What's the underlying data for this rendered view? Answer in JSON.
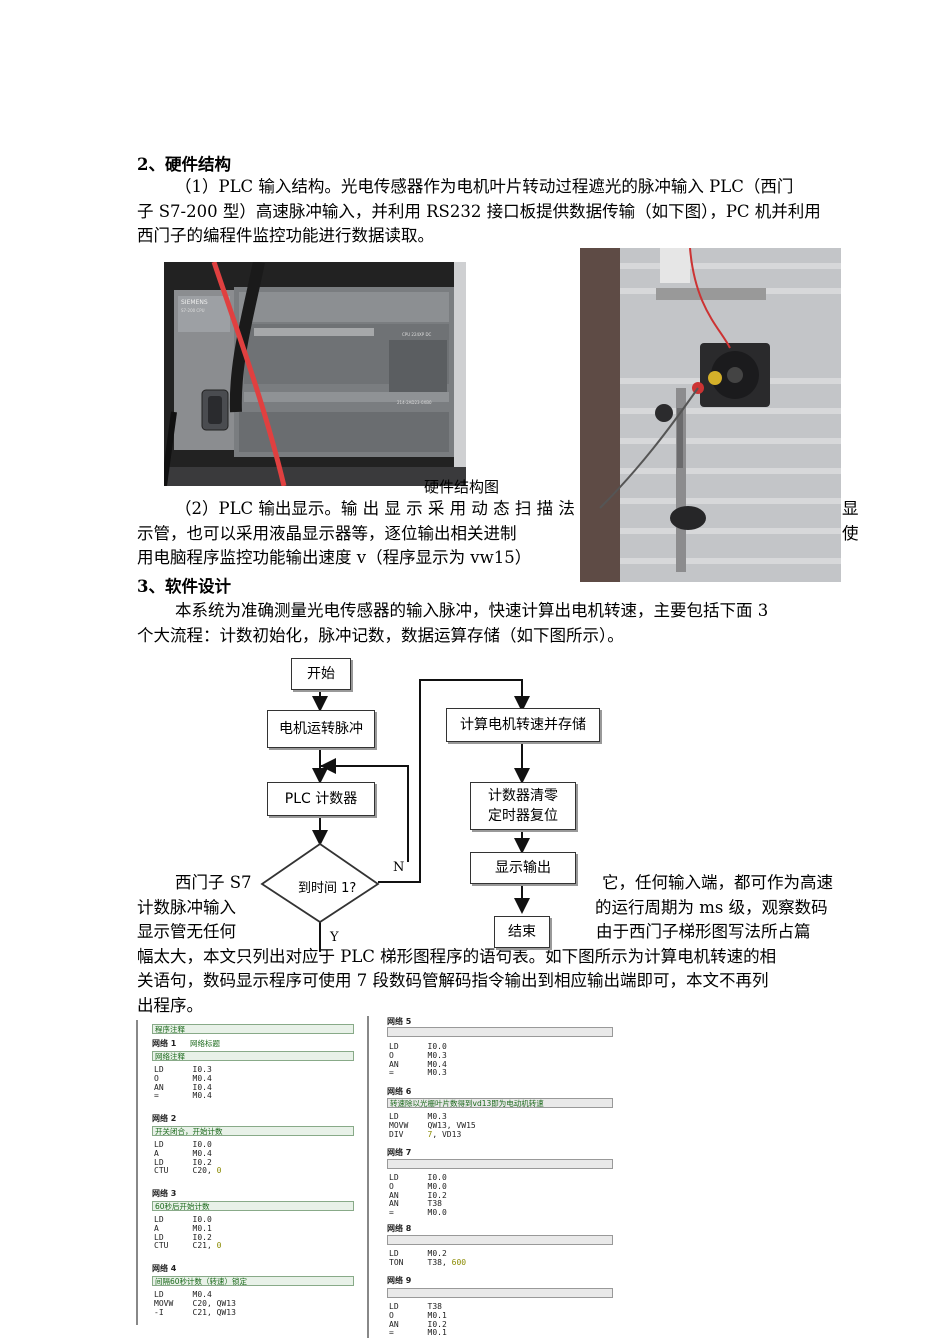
{
  "section2": {
    "heading": "2、硬件结构",
    "para1_line1": "（1）PLC 输入结构。光电传感器作为电机叶片转动过程遮光的脉冲输入 PLC（西门",
    "para1_line2": "子 S7-200 型）高速脉冲输入，并利用 RS232 接口板提供数据传输（如下图），PC 机并利用",
    "para1_line3": "西门子的编程件监控功能进行数据读取。",
    "caption": "硬件结构图",
    "para2_line1_left": "（2）PLC 输出显示。输 出 显 示 采 用 动 态 扫 描 法",
    "para2_line1_right": "显",
    "para2_line2_left": "示管，也可以采用液晶显示器等，逐位输出相关进制",
    "para2_line2_right": "使",
    "para2_line3": "用电脑程序监控功能输出速度 v（程序显示为 vw15）"
  },
  "section3": {
    "heading": "3、软件设计",
    "para1_line1": "本系统为准确测量光电传感器的输入脉冲，快速计算出电机转速，主要包括下面 3",
    "para1_line2": "个大流程：计数初始化，脉冲记数，数据运算存储（如下图所示）。",
    "para2_line1_left": "西门子 S7",
    "para2_line1_right": "它，任何输入端，都可作为高速",
    "para2_line2_left": "计数脉冲输入",
    "para2_line2_right": "的运行周期为 ms 级，观察数码",
    "para2_line3_left": "显示管无任何",
    "para2_line3_right": "由于西门子梯形图写法所占篇",
    "para2_line4": "幅太大，本文只列出对应于 PLC 梯形图程序的语句表。如下图所示为计算电机转速的相",
    "para2_line5": "关语句，数码显示程序可使用 7 段数码管解码指令输出到相应输出端即可，本文不再列",
    "para2_line6": "出程序。"
  },
  "photo_plc": {
    "brand": "SIEMENS",
    "model": "S7-200 CPU",
    "cpu_label": "CPU 224XP DC",
    "order_no": "214-2AD23-0XB0"
  },
  "flowchart": {
    "start": "开始",
    "motor": "电机运转脉冲",
    "plc_counter": "PLC 计数器",
    "decision": "到时间 1?",
    "no": "N",
    "yes": "Y",
    "compute": "计算电机转速并存储",
    "reset_line1": "计数器清零",
    "reset_line2": "定时器复位",
    "display": "显示输出",
    "end": "结束"
  },
  "program_left": {
    "title_comment": "程序注释",
    "net1": "网络 1",
    "net1_title": "网络标题",
    "net1_comment": "网络注释",
    "net1_code": "LD      I0.3\nO       M0.4\nAN      I0.4\n=       M0.4",
    "net2": "网络 2",
    "net2_comment": "开关闭合，开始计数",
    "net2_code": "LD      I0.0\nA       M0.4\nLD      I0.2\nCTU     C20, ",
    "net2_num": "0",
    "net3": "网络 3",
    "net3_comment": "60秒后开始计数",
    "net3_code": "LD      I0.0\nA       M0.1\nLD      I0.2\nCTU     C21, ",
    "net3_num": "0",
    "net4": "网络 4",
    "net4_comment": "间隔60秒计数（转速）锁定",
    "net4_code": "LD      M0.4\nMOVW    C20, QW13\n-I      C21, QW13"
  },
  "program_right": {
    "net5": "网络 5",
    "net5_code": "LD      I0.0\nO       M0.3\nAN      M0.4\n=       M0.3",
    "net6": "网络 6",
    "net6_comment": "转速除以光栅叶片数得到vd13即为电动机转速",
    "net6_code": "LD      M0.3\nMOVW    QW13, VW15\nDIV     ",
    "net6_num": "7",
    "net6_tail": ", VD13",
    "net7": "网络 7",
    "net7_code": "LD      I0.0\nO       M0.0\nAN      I0.2\nAN      T38\n=       M0.0",
    "net8": "网络 8",
    "net8_code": "LD      M0.2\nTON     T38, ",
    "net8_num": "600",
    "net9": "网络 9",
    "net9_code": "LD      T38\nO       M0.1\nAN      I0.2\n=       M0.1"
  }
}
